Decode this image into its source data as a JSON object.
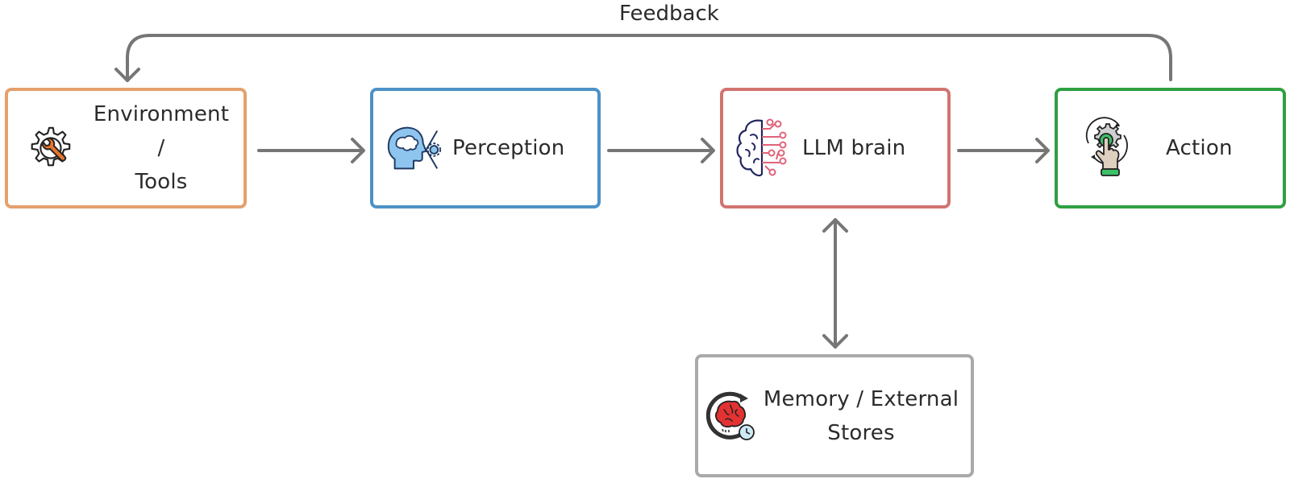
{
  "diagram": {
    "title": "",
    "nodes": [
      {
        "id": "environment",
        "label_lines": [
          "Environment /",
          "Tools"
        ],
        "border_color": "#e5a06c",
        "icon": "gear-wrench-icon"
      },
      {
        "id": "perception",
        "label": "Perception",
        "border_color": "#4d92c7",
        "icon": "head-perception-icon"
      },
      {
        "id": "llm",
        "label": "LLM brain",
        "border_color": "#d27470",
        "icon": "circuit-brain-icon"
      },
      {
        "id": "action",
        "label": "Action",
        "border_color": "#2fa042",
        "icon": "hand-press-gear-icon"
      },
      {
        "id": "memory",
        "label_lines": [
          "Memory / External",
          "Stores"
        ],
        "border_color": "#a9a9a9",
        "icon": "brain-clock-cycle-icon"
      }
    ],
    "edges": [
      {
        "from": "environment",
        "to": "perception",
        "direction": "forward"
      },
      {
        "from": "perception",
        "to": "llm",
        "direction": "forward"
      },
      {
        "from": "llm",
        "to": "action",
        "direction": "forward"
      },
      {
        "from": "llm",
        "to": "memory",
        "direction": "bidirectional"
      },
      {
        "from": "action",
        "to": "environment",
        "direction": "forward",
        "label": "Feedback"
      }
    ],
    "edge_color": "#767676",
    "feedback_label": "Feedback"
  }
}
